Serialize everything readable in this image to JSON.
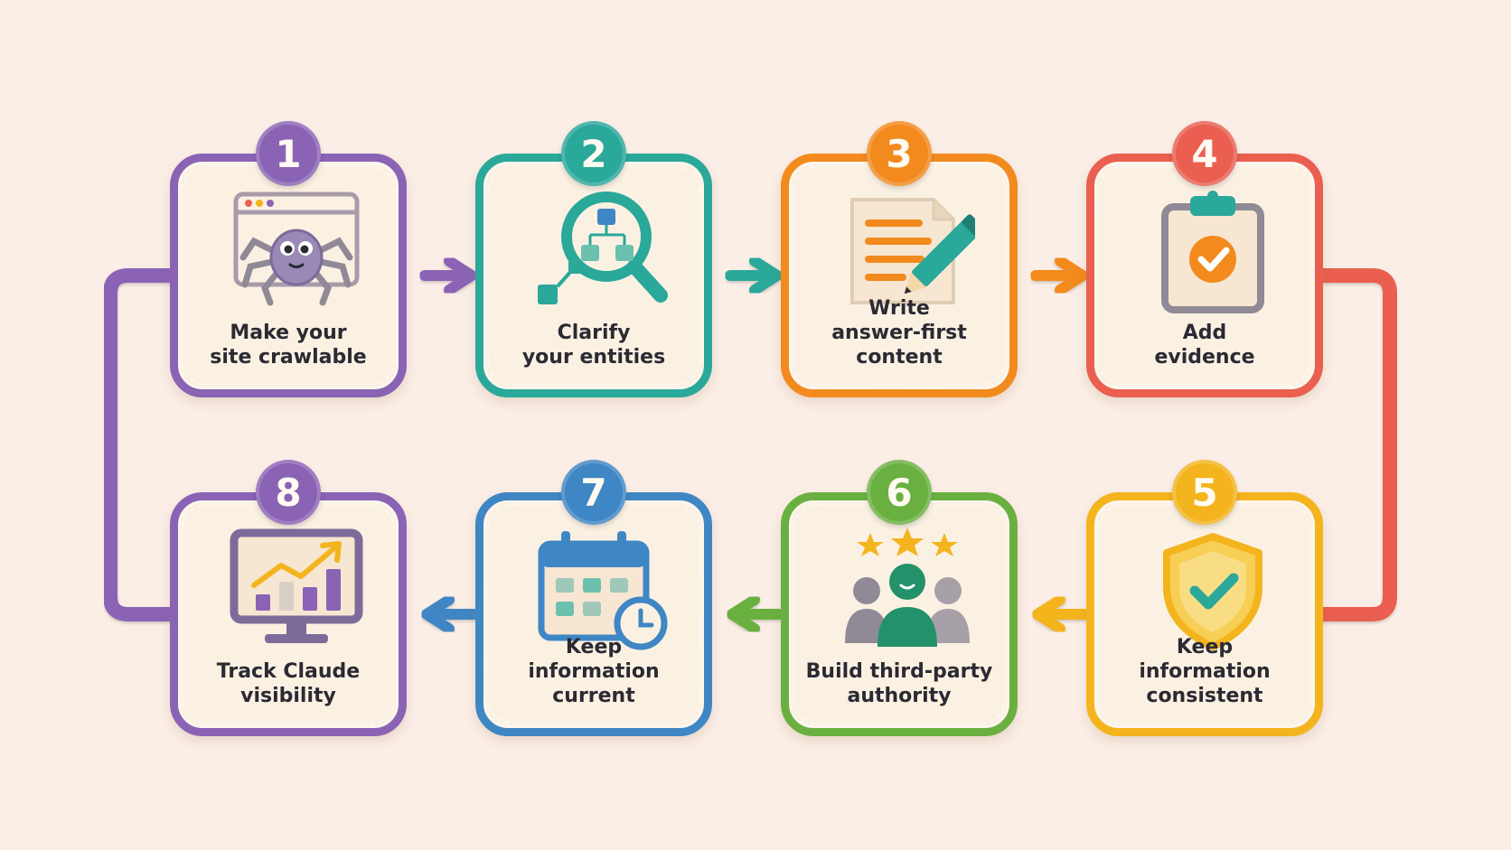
{
  "colors": {
    "background": "#fbeee6",
    "card_fill": "#fbf1e3",
    "purple": "#8a63b5",
    "teal": "#2aa89a",
    "orange": "#f28a1e",
    "red": "#ea5f50",
    "yellow": "#f3b41d",
    "green": "#6ab041",
    "blue": "#3f86c4",
    "text": "#2b2a33"
  },
  "steps": [
    {
      "number": "1",
      "label": "Make your\nsite crawlable",
      "color": "purple",
      "icon": "spider-browser-icon"
    },
    {
      "number": "2",
      "label": "Clarify\nyour entities",
      "color": "teal",
      "icon": "magnifier-entities-icon"
    },
    {
      "number": "3",
      "label": "Write\nanswer-first\ncontent",
      "color": "orange",
      "icon": "document-pencil-icon"
    },
    {
      "number": "4",
      "label": "Add\nevidence",
      "color": "red",
      "icon": "clipboard-check-icon"
    },
    {
      "number": "5",
      "label": "Keep\ninformation\nconsistent",
      "color": "yellow",
      "icon": "shield-check-icon"
    },
    {
      "number": "6",
      "label": "Build third-party\nauthority",
      "color": "green",
      "icon": "people-stars-icon"
    },
    {
      "number": "7",
      "label": "Keep\ninformation\ncurrent",
      "color": "blue",
      "icon": "calendar-clock-icon"
    },
    {
      "number": "8",
      "label": "Track Claude\nvisibility",
      "color": "purple",
      "icon": "monitor-chart-icon"
    }
  ]
}
